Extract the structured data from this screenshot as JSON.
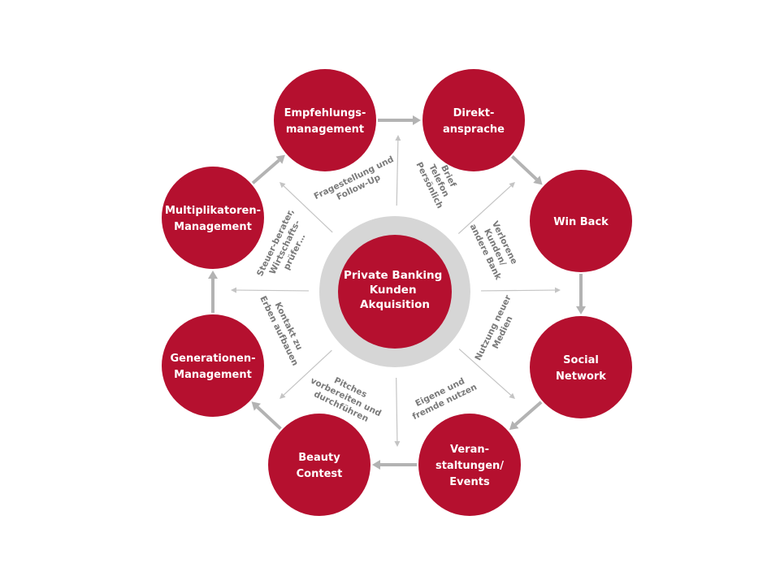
{
  "center": {
    "lines": [
      "Private Banking",
      "Kunden",
      "Akquisition"
    ]
  },
  "nodes": [
    {
      "id": "empfehlungsmanagement",
      "lines": [
        "Empfehlungs-",
        "management"
      ]
    },
    {
      "id": "direktansprache",
      "lines": [
        "Direkt-",
        "ansprache"
      ]
    },
    {
      "id": "win-back",
      "lines": [
        "Win Back"
      ]
    },
    {
      "id": "social-network",
      "lines": [
        "Social",
        "Network"
      ]
    },
    {
      "id": "veranstaltungen-events",
      "lines": [
        "Veran-",
        "staltungen/",
        "Events"
      ]
    },
    {
      "id": "beauty-contest",
      "lines": [
        "Beauty",
        "Contest"
      ]
    },
    {
      "id": "generationen-management",
      "lines": [
        "Generationen-",
        "Management"
      ]
    },
    {
      "id": "multiplikatoren-management",
      "lines": [
        "Multiplikatoren-",
        "Management"
      ]
    }
  ],
  "spoke_labels": [
    {
      "id": "fragestellung",
      "lines": [
        "Fragestellung und",
        "Follow-Up"
      ]
    },
    {
      "id": "brief-telefon",
      "lines": [
        "Brief",
        "Telefon",
        "Persönlich"
      ]
    },
    {
      "id": "verlorene-kunden",
      "lines": [
        "Verlorene",
        "Kunden/",
        "andere Bank"
      ]
    },
    {
      "id": "nutzung-medien",
      "lines": [
        "Nutzung neuer",
        "Medien"
      ]
    },
    {
      "id": "eigene-fremde",
      "lines": [
        "Eigene und",
        "fremde nutzen"
      ]
    },
    {
      "id": "pitches",
      "lines": [
        "Pitches",
        "vorbereiten und",
        "durchführen"
      ]
    },
    {
      "id": "kontakt-erben",
      "lines": [
        "Kontakt zu",
        "Erben aufbauen"
      ]
    },
    {
      "id": "steuerberater",
      "lines": [
        "Steuer-berater,",
        "Wirtschafts-",
        "prüfer…"
      ]
    }
  ],
  "colors": {
    "node": "#b5102f",
    "ring": "#d6d6d6",
    "arrow": "#b3b3b3",
    "label": "#7a7a7a"
  }
}
